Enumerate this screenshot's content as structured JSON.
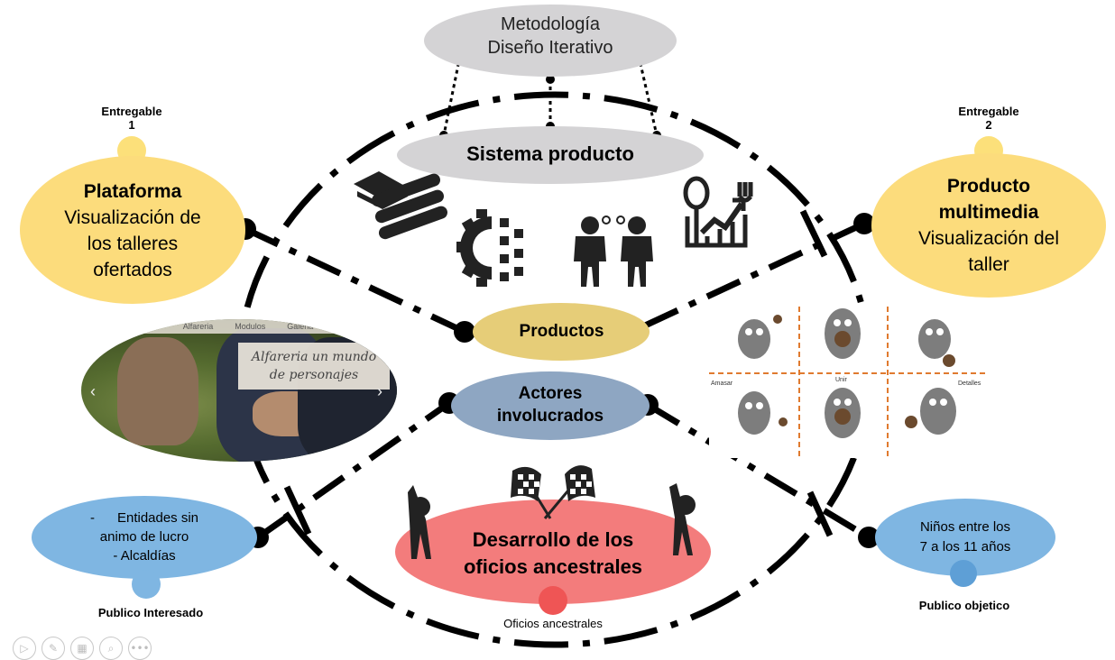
{
  "title": {
    "line1": "Metodología",
    "line2": "Diseño Iterativo"
  },
  "center_top": "Sistema producto",
  "nodes": {
    "productos": "Productos",
    "actores": {
      "line1": "Actores",
      "line2": "involucrados"
    },
    "desarrollo": {
      "line1": "Desarrollo de los",
      "line2": "oficios ancestrales"
    },
    "oficios_caption": "Oficios ancestrales"
  },
  "entregable1": {
    "heading": "Entregable",
    "number": "1",
    "title": "Plataforma",
    "body": [
      "Visualización de",
      "los talleres",
      "ofertados"
    ]
  },
  "entregable2": {
    "heading": "Entregable",
    "number": "2",
    "title": [
      "Producto",
      "multimedia"
    ],
    "body": [
      "Visualización del",
      "taller"
    ]
  },
  "publico_interesado": {
    "items": [
      "-      Entidades sin",
      "animo de lucro",
      "- Alcaldías"
    ],
    "caption": "Publico Interesado"
  },
  "publico_objetivo": {
    "items": [
      "Niños entre los",
      "7 a los 11 años"
    ],
    "caption": "Publico objetico"
  },
  "web_photo": {
    "menu": [
      "Alfareria",
      "Modulos",
      "Galeria"
    ],
    "banner": [
      "Alfareria un mundo",
      "de personajes"
    ]
  },
  "multimedia_panel": {
    "labels": [
      "Unir",
      "Amasar",
      "Detalles"
    ]
  },
  "icons": [
    "materials-icon",
    "gear-process-icon",
    "people-talking-icon",
    "food-growth-icon",
    "checkered-flags-icon",
    "cheering-person-icon"
  ],
  "toolbar": [
    "play-icon",
    "pen-icon",
    "slides-icon",
    "zoom-icon",
    "more-icon"
  ],
  "colors": {
    "yellow": "#fcdc7c",
    "yellow_dot": "#fce07a",
    "gray": "#d4d3d5",
    "tan": "#e6cd78",
    "slate": "#8ea6c2",
    "red": "#f37c7c",
    "blue": "#7fb6e2",
    "blue_dot": "#5e9fd6",
    "red_dot": "#ef5555"
  }
}
